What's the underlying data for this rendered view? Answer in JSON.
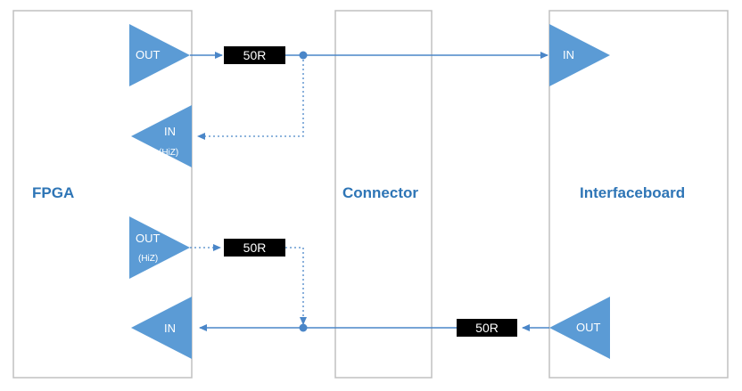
{
  "blocks": {
    "fpga": "FPGA",
    "connector": "Connector",
    "interfaceboard": "Interfaceboard"
  },
  "buffers": {
    "fpga_out": "OUT",
    "fpga_in_hiz": "IN",
    "fpga_in_hiz_sub": "(HiZ)",
    "fpga_out_hiz": "OUT",
    "fpga_out_hiz_sub": "(HiZ)",
    "fpga_in": "IN",
    "ib_in": "IN",
    "ib_out": "OUT"
  },
  "resistors": {
    "r1": "50R",
    "r2": "50R",
    "r3": "50R"
  },
  "colors": {
    "triangle": "#5b9bd5",
    "line": "#4a86c8",
    "block_border": "#c0c0c0",
    "block_label": "#2e75b6",
    "resistor": "#000000"
  }
}
